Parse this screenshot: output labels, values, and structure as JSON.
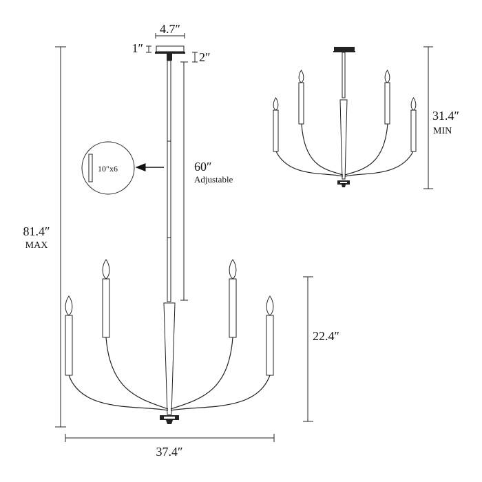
{
  "labels": {
    "canopy_width": "4.7″",
    "canopy_height": "1″",
    "gap": "2″",
    "rod_length": "60″",
    "rod_note": "Adjustable",
    "rod_spec": "10″x6",
    "overall_max_value": "81.4″",
    "overall_max_unit": "MAX",
    "body_height": "22.4″",
    "width": "37.4″",
    "overall_min_value": "31.4″",
    "overall_min_unit": "MIN"
  }
}
